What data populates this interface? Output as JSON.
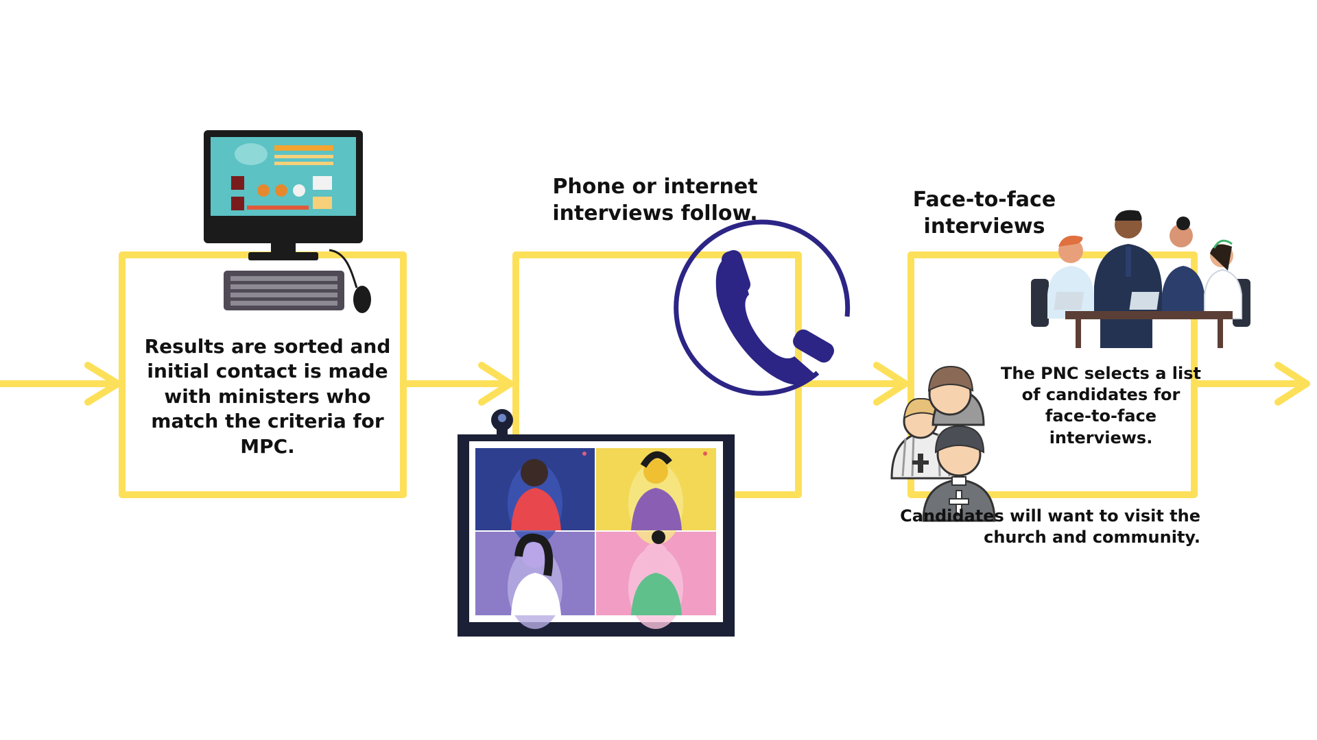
{
  "colors": {
    "flow_yellow": "#fde05a",
    "phone_navy": "#2c2585",
    "monitor_dark": "#1b2036",
    "screen_teal": "#5cc2c4"
  },
  "icons": [
    "desktop-computer-icon",
    "telephone-icon",
    "video-call-icon",
    "meeting-team-icon",
    "clergy-group-icon"
  ],
  "steps": [
    {
      "id": "initial-contact",
      "text": "Results are sorted and initial contact is made with ministers who match the criteria for MPC."
    },
    {
      "id": "remote-interviews",
      "heading": "Phone or internet interviews follow."
    },
    {
      "id": "face-to-face",
      "heading": "Face-to-face interviews",
      "text": "The PNC selects a list of candidates for face-to-face interviews.",
      "note": "Candidates will want to visit the church and community."
    }
  ]
}
